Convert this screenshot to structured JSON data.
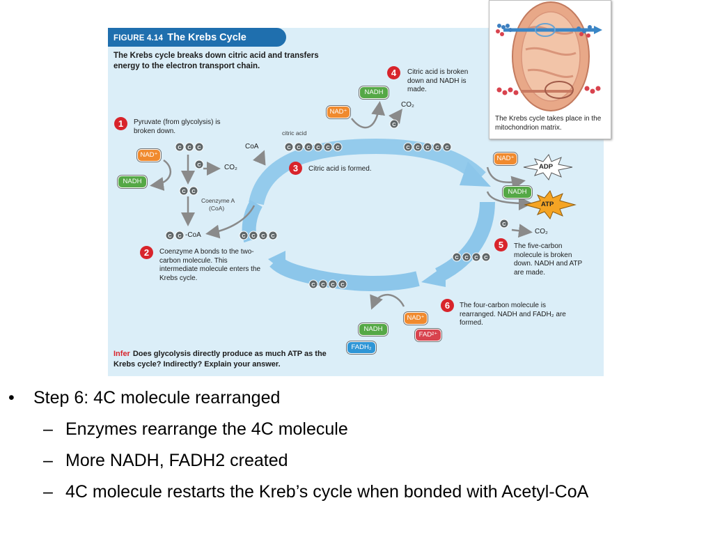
{
  "figure": {
    "number": "FIGURE 4.14",
    "title": "The Krebs Cycle",
    "subtitle": "The Krebs cycle breaks down citric acid and transfers energy to the electron transport chain.",
    "infer_keyword": "Infer",
    "infer_text": "Does glycolysis directly produce as much ATP as the Krebs cycle? Indirectly? Explain your answer."
  },
  "steps": [
    {
      "num": "1",
      "text": "Pyruvate (from glycolysis) is broken down."
    },
    {
      "num": "2",
      "text": "Coenzyme A bonds to the two-carbon molecule. This intermediate molecule enters the Krebs cycle."
    },
    {
      "num": "3",
      "text": "Citric acid is formed."
    },
    {
      "num": "4",
      "text": "Citric acid is broken down and NADH is made."
    },
    {
      "num": "5",
      "text": "The five-carbon molecule is broken down. NADH and ATP are made."
    },
    {
      "num": "6",
      "text": "The four-carbon molecule is rearranged. NADH and FADH₂ are formed."
    }
  ],
  "labels": {
    "nad": "NAD⁺",
    "nadh": "NADH",
    "fad": "FAD²⁺",
    "fadh2": "FADH₂",
    "co2": "CO₂",
    "coa": "CoA",
    "coenzyme_a": "Coenzyme A",
    "coenzyme_a_abbr": "(CoA)",
    "citric_acid": "citric acid",
    "cc_coa": "-CoA",
    "adp": "ADP",
    "atp": "ATP",
    "carbon": "C"
  },
  "inset": {
    "caption": "The Krebs cycle takes place in the mitochondrion matrix."
  },
  "bullets": {
    "main": "Step 6: 4C molecule rearranged",
    "subs": [
      "Enzymes rearrange the 4C molecule",
      "More NADH, FADH2 created",
      "4C molecule restarts the Kreb’s cycle when bonded with Acetyl-CoA"
    ]
  },
  "colors": {
    "figure_bg": "#dbeef8",
    "title_tab": "#1f6fae",
    "cycle_arrow": "#8cc6ea",
    "nad": "#f08a2e",
    "nadh": "#55a846",
    "fad": "#d8434e",
    "fadh2": "#2f96d6",
    "step_badge": "#d8242b",
    "atp_star": "#f4a424",
    "carbon": "#5f6668"
  }
}
